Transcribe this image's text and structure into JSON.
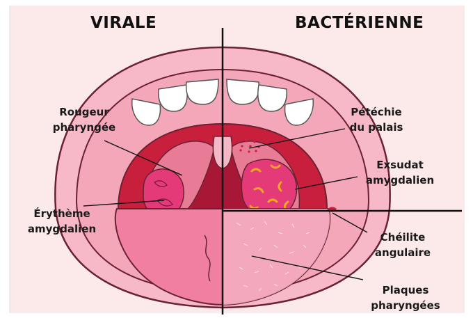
{
  "titles": {
    "left": "VIRALE",
    "right": "BACTÉRIENNE"
  },
  "labels": {
    "rougeur": [
      "Rougeur",
      "pharyngée"
    ],
    "erytheme": [
      "Érythème",
      "amygdalien"
    ],
    "petechie": [
      "Pétéchie",
      "du palais"
    ],
    "exsudat": [
      "Exsudat",
      "amygdalien"
    ],
    "cheilite": [
      "Chéilite",
      "angulaire"
    ],
    "plaques": [
      "Plaques",
      "pharyngées"
    ]
  },
  "colors": {
    "background": "#fce9e9",
    "lips": "#f7b9c8",
    "gums": "#f3a7b8",
    "throat": "#c81f3c",
    "tonsil": "#e43a78",
    "tongue": "#f07fa2",
    "exudate": "#f5a623",
    "lines": "#111111"
  }
}
